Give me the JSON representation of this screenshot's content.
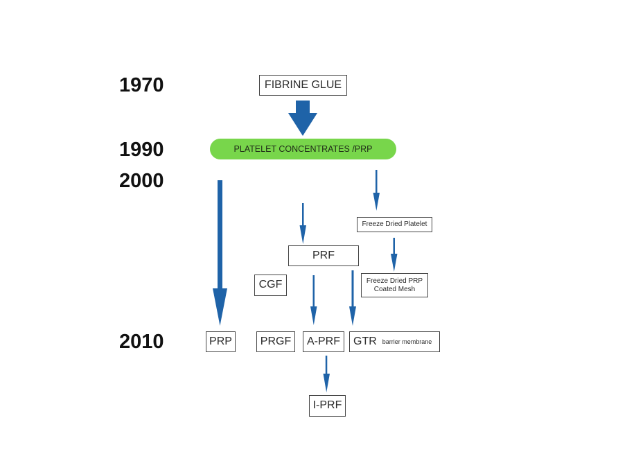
{
  "colors": {
    "arrow": "#1f63a8",
    "pill": "#78d64b",
    "box_border": "#444444",
    "text": "#222222"
  },
  "years": {
    "y1970": "1970",
    "y1990": "1990",
    "y2000": "2000",
    "y2010": "2010"
  },
  "nodes": {
    "fibrine_glue": "FIBRINE GLUE",
    "platelet_concentrates": "PLATELET CONCENTRATES /PRP",
    "freeze_dried_platelet": "Freeze Dried Platelet",
    "prf": "PRF",
    "cgf": "CGF",
    "freeze_dried_prp_line1": "Freeze Dried PRP",
    "freeze_dried_prp_line2": "Coated Mesh",
    "prp": "PRP",
    "prgf": "PRGF",
    "a_prf": "A-PRF",
    "gtr": "GTR",
    "gtr_sub": "barrier membrane",
    "i_prf": "I-PRF"
  },
  "edges": [
    {
      "from": "FIBRINE GLUE",
      "to": "PLATELET CONCENTRATES /PRP",
      "style": "thick"
    },
    {
      "from": "PLATELET CONCENTRATES /PRP",
      "to": "PRP",
      "style": "thick"
    },
    {
      "from": "PLATELET CONCENTRATES /PRP",
      "to": "Freeze Dried Platelet",
      "style": "thin"
    },
    {
      "from": "(above)",
      "to": "PRF",
      "style": "thin"
    },
    {
      "from": "Freeze Dried Platelet",
      "to": "Freeze Dried PRP Coated Mesh",
      "style": "thin"
    },
    {
      "from": "PRF",
      "to": "A-PRF",
      "style": "thin"
    },
    {
      "from": "PRF",
      "to": "GTR barrier membrane",
      "style": "thin"
    },
    {
      "from": "A-PRF",
      "to": "I-PRF",
      "style": "thin"
    }
  ]
}
